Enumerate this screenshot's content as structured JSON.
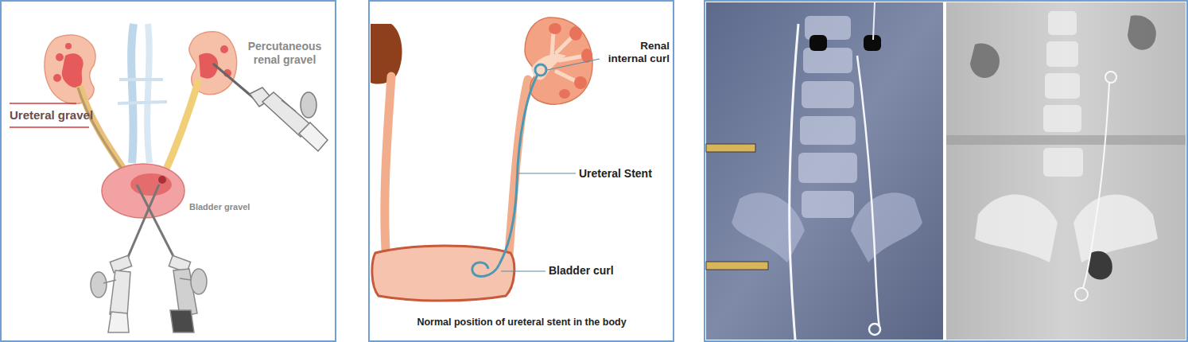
{
  "diagram": {
    "caption": "Normal position of ureteral stent in the body",
    "labels": [
      "Percutaneous renal gravel",
      "Ureteral gravel",
      "Bladder gravel",
      "Renal internal curl",
      "Ureteral Stent",
      "Bladder curl"
    ]
  }
}
